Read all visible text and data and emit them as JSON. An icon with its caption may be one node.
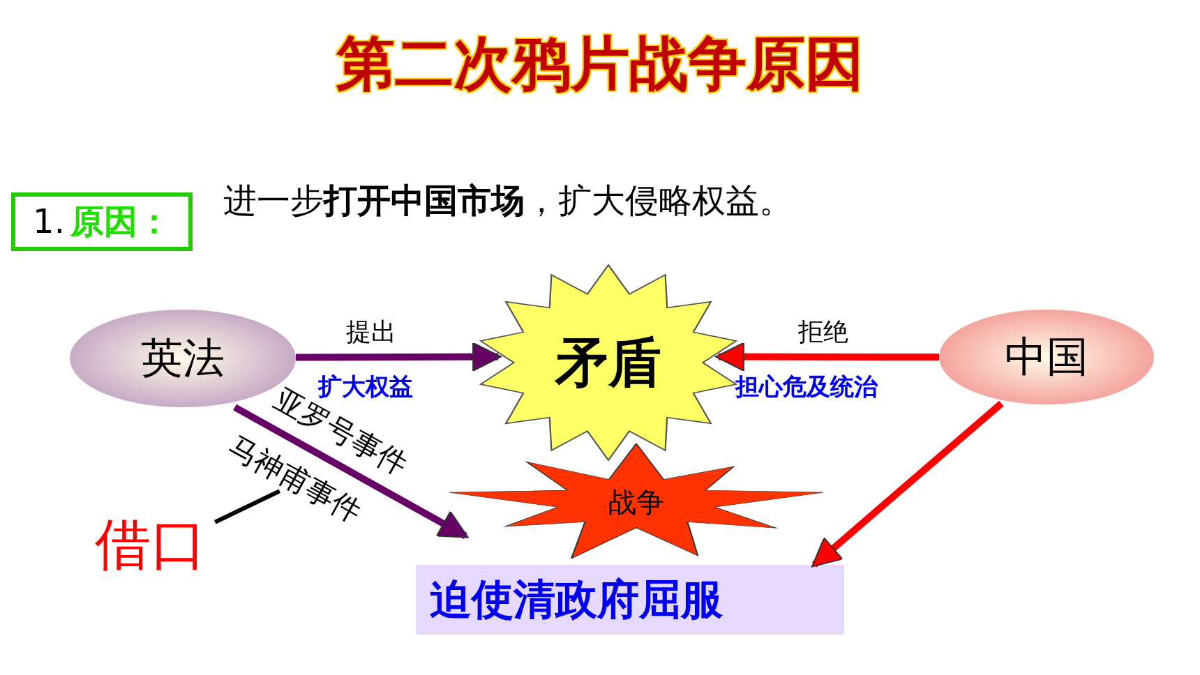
{
  "diagram": {
    "title": "第二次鸦片战争**原因**",
    "nodes": [
      {
        "text": [
          "1.",
          "原因："
        ]
      },
      {
        "text": [
          "英法"
        ]
      },
      {
        "text": [
          "矛盾"
        ]
      },
      {
        "text": [
          "中国"
        ]
      },
      {
        "text": [
          "战争"
        ]
      },
      {
        "text": [
          "借口"
        ]
      },
      {
        "text": [
          "迫使清政府屈服"
        ]
      },
      {
        "text": [
          "马神甫事件"
        ]
      }
    ],
    "edges": [
      {
        "from": 1,
        "to": 2,
        "arrow": "to",
        "label": "提出",
        "color": "#660066"
      },
      {
        "from": 3,
        "to": 2,
        "arrow": "to",
        "label": "拒绝",
        "color": "#ff0000"
      },
      {
        "from": 1,
        "to": 4,
        "arrow": "to",
        "label": "亚罗号事件",
        "color": "#660066"
      },
      {
        "from": 3,
        "to": 6,
        "arrow": "to",
        "color": "#ff0000"
      },
      {
        "from": 5,
        "to": 7,
        "arrow": "none",
        "color": "#000000"
      }
    ],
    "labels": [
      "进一步**打开中国市场**，扩大侵略权益。",
      "扩大权益",
      "担心危及统治"
    ]
  }
}
